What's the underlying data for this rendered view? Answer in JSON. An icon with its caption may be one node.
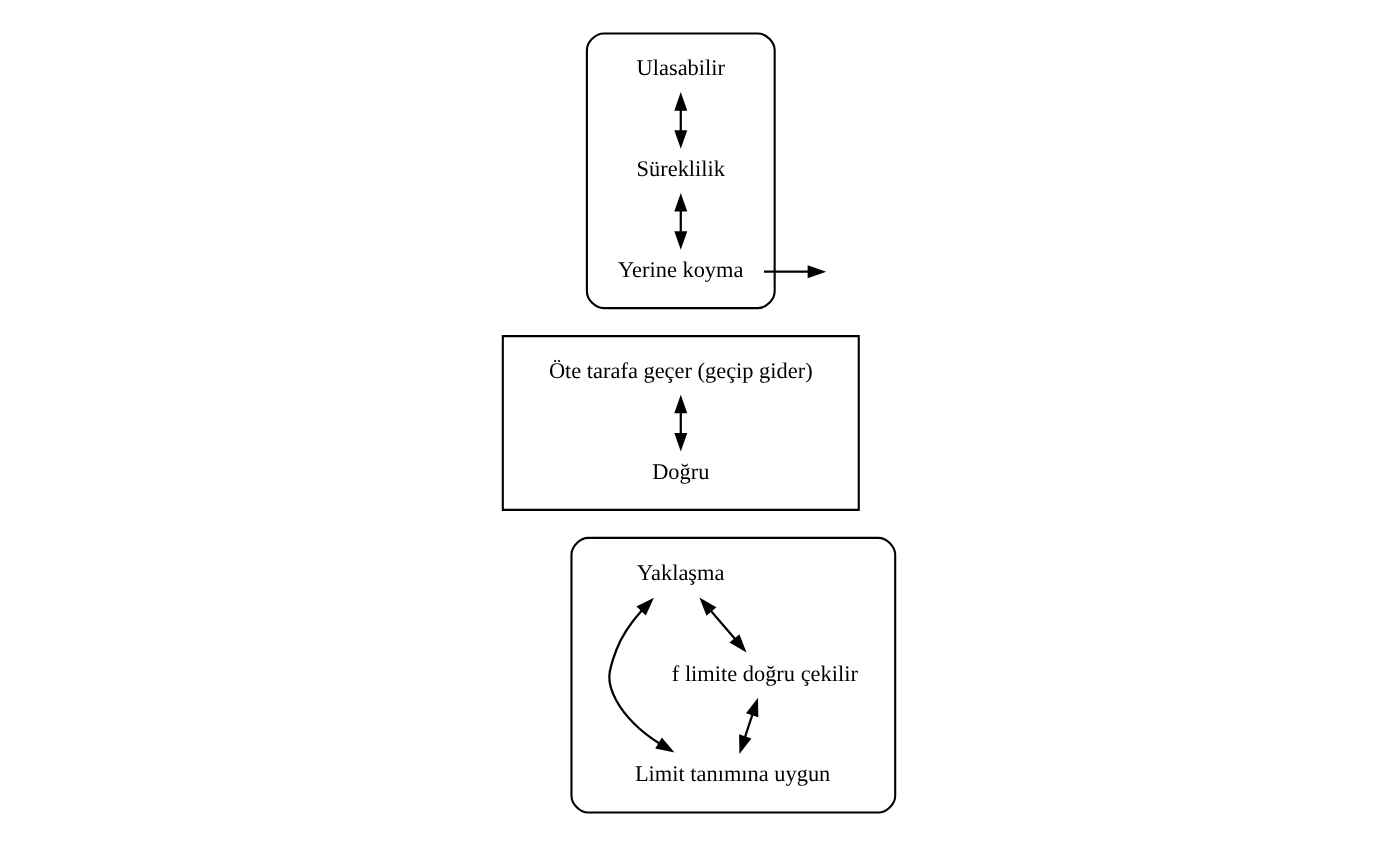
{
  "diagram": {
    "nodes": [
      {
        "text": [],
        "shape": "ellipse"
      },
      {
        "text": [
          "Süreklilik"
        ],
        "in": 0
      },
      {
        "text": [
          "Ulasabilir"
        ],
        "in": 0
      },
      {
        "text": [
          "Yerine koyma"
        ],
        "in": 0
      },
      {
        "text": [],
        "shape": "box"
      },
      {
        "text": [
          "Öte tarafa geçer (geçip gider)"
        ],
        "in": 4
      },
      {
        "text": [
          "Doğru"
        ],
        "in": 4
      },
      {
        "text": [],
        "shape": "ellipse"
      },
      {
        "text": [
          "Yaklaşma"
        ],
        "in": 7
      },
      {
        "text": [
          "Limit tanımına uygun"
        ],
        "in": 7
      },
      {
        "text": [
          "f limite doğru çekilir"
        ],
        "in": 7
      }
    ],
    "edges": [
      {
        "from": 2,
        "to": 1,
        "arrow": "both"
      },
      {
        "from": 1,
        "to": 3,
        "arrow": "both"
      },
      {
        "from": 3,
        "to": null,
        "arrow": "to"
      },
      {
        "from": 5,
        "to": 6,
        "arrow": "both"
      },
      {
        "from": 8,
        "to": 9,
        "arrow": "both"
      },
      {
        "from": 8,
        "to": 10,
        "arrow": "both"
      },
      {
        "from": 10,
        "to": 9,
        "arrow": "both"
      }
    ]
  }
}
